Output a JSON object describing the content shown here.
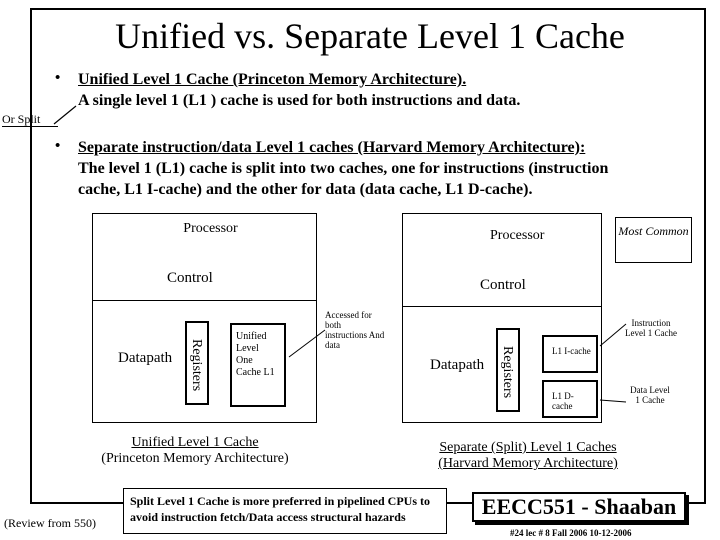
{
  "title": "Unified vs.  Separate Level 1 Cache",
  "bullets": {
    "b1_line1": "Unified Level 1 Cache  (Princeton Memory Architecture).",
    "b1_line2": "A single level 1 (L1 ) cache is used for both instructions and data.",
    "or_split": "Or Split",
    "b2_line1": "Separate  instruction/data Level 1 caches (Harvard  Memory Architecture):",
    "b2_line2": "The level 1 (L1) cache is split into two caches, one for instructions (instruction",
    "b2_line3": "cache,  L1 I-cache) and the other for data (data cache,  L1  D-cache)."
  },
  "unified": {
    "processor": "Processor",
    "control": "Control",
    "datapath": "Datapath",
    "registers": "Registers",
    "cache_label": "Unified Level One Cache L1",
    "accessed_note": "Accessed for both instructions And data",
    "caption_line1": "Unified Level 1 Cache",
    "caption_line2": "(Princeton Memory Architecture)"
  },
  "split": {
    "processor": "Processor",
    "most_common": "Most Common",
    "control": "Control",
    "datapath": "Datapath",
    "registers": "Registers",
    "icache": "L1 I-cache",
    "dcache": "L1 D-cache",
    "inst_note": "Instruction Level 1 Cache",
    "data_note": "Data Level 1 Cache",
    "caption_line1": "Separate (Split) Level 1 Caches",
    "caption_line2": "(Harvard  Memory Architecture)"
  },
  "footer": {
    "review": "(Review from 550)",
    "note": "Split Level 1 Cache is more preferred in pipelined CPUs to avoid instruction fetch/Data access structural hazards",
    "brand": "EECC551 - Shaaban",
    "slide_info": "#24  lec # 8  Fall 2006  10-12-2006"
  }
}
